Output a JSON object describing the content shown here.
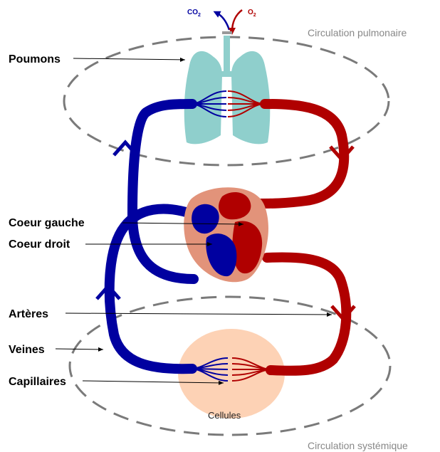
{
  "labels": {
    "lungs": "Poumons",
    "left_heart": "Coeur gauche",
    "right_heart": "Coeur droit",
    "arteries": "Artères",
    "veins": "Veines",
    "capillaries": "Capillaires",
    "cells": "Cellules"
  },
  "circulations": {
    "pulmonary": "Circulation pulmonaire",
    "systemic": "Circulation systémique"
  },
  "gases": {
    "co2_base": "CO",
    "co2_sub": "2",
    "o2_base": "O",
    "o2_sub": "2"
  },
  "colors": {
    "venous": "#0000a0",
    "arterial": "#b00000",
    "lung": "#8fcfcc",
    "heart_outer": "#e2937a",
    "cells": "#fdd2b5",
    "circulation_outline": "#7a7a7a"
  }
}
